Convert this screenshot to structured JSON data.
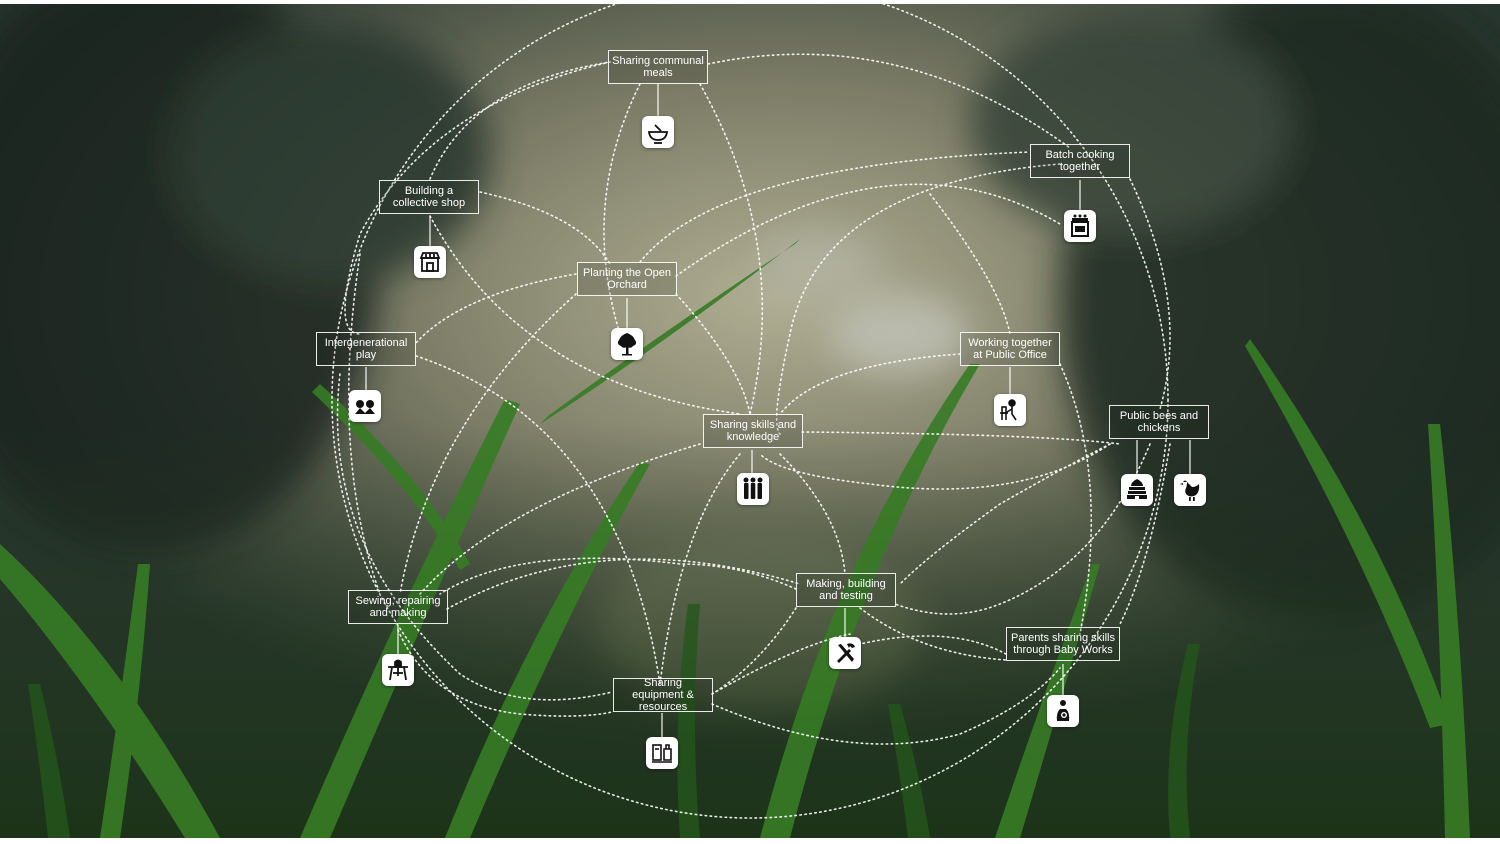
{
  "colors": {
    "line": "#ffffff",
    "icon_bg": "#ffffff",
    "icon_fg": "#111111",
    "sky": "#a7a78c",
    "foliage_dark": "#1e2a22",
    "grass": "#3f8f2a"
  },
  "nodes": [
    {
      "label": "Sharing communal meals",
      "icon": "bowl-icon"
    },
    {
      "label": "Batch cooking together",
      "icon": "stove-icon"
    },
    {
      "label": "Building a collective shop",
      "icon": "shop-icon"
    },
    {
      "label": "Planting the Open Orchard",
      "icon": "tree-icon"
    },
    {
      "label": "Intergenerational play",
      "icon": "play-icon"
    },
    {
      "label": "Working together at Public Office",
      "icon": "desk-worker-icon"
    },
    {
      "label": "Sharing skills and knowledge",
      "icon": "people-icon"
    },
    {
      "label": "Public bees and chickens",
      "icon": "beehive-icon",
      "icon2": "chicken-icon"
    },
    {
      "label": "Making, building and testing",
      "icon": "tools-icon"
    },
    {
      "label": "Sewing, repairing and making",
      "icon": "sewing-table-icon"
    },
    {
      "label": "Parents sharing skills through Baby Works",
      "icon": "parent-baby-icon"
    },
    {
      "label": "Sharing equipment & resources",
      "icon": "equipment-icon"
    }
  ]
}
